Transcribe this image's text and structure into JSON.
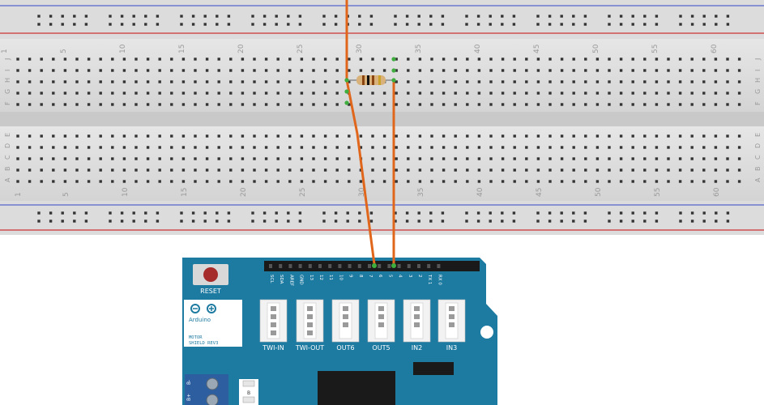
{
  "breadboard": {
    "column_numbers": [
      "1",
      "5",
      "10",
      "15",
      "20",
      "25",
      "30",
      "35",
      "40",
      "45",
      "50",
      "55",
      "60"
    ],
    "top_row_letters": [
      "J",
      "I",
      "H",
      "G",
      "F"
    ],
    "bottom_row_letters": [
      "E",
      "D",
      "C",
      "B",
      "A"
    ]
  },
  "shield": {
    "reset_label": "RESET",
    "brand_name": "Arduino",
    "board_name_line1": "MOTOR",
    "board_name_line2": "SHIELD REV3",
    "header_pins": [
      "SCL",
      "SDA",
      "AREF",
      "GND",
      "13",
      "12",
      "11",
      "10",
      "9",
      "8",
      "7",
      "6",
      "5",
      "4",
      "3",
      "2",
      "TX 1",
      "RX 0"
    ],
    "connectors": [
      "TWI-IN",
      "TWI-OUT",
      "OUT6",
      "OUT5",
      "IN2",
      "IN3"
    ],
    "terminal_marks": [
      "B-",
      "B+"
    ],
    "terminal_side_label": "B"
  },
  "colors": {
    "wire": "#e0661b",
    "shield": "#1d7aa1",
    "rail_blue": "#5566cc",
    "rail_red": "#cc3333",
    "breadboard": "#d9d9d9"
  }
}
